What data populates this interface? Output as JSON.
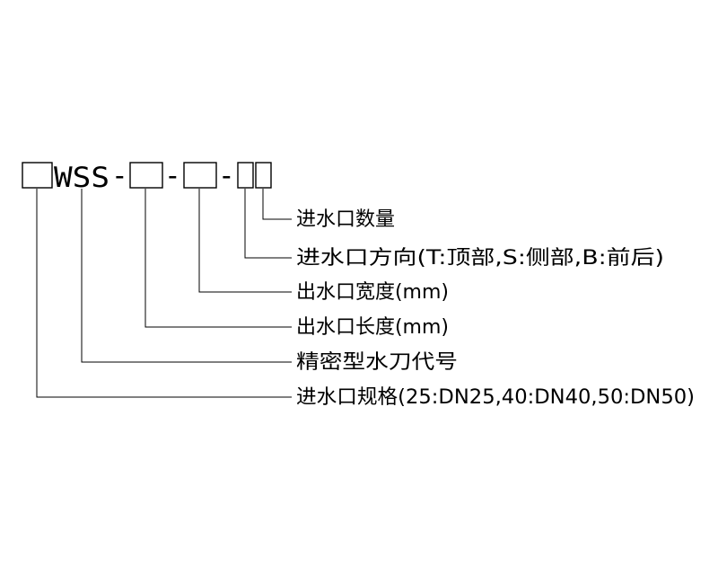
{
  "model_code": {
    "prefix": "WSS",
    "separator": "-"
  },
  "labels": [
    {
      "id": "inlet-quantity",
      "text": "进水口数量"
    },
    {
      "id": "inlet-direction",
      "text": "进水口方向(T:顶部,S:侧部,B:前后)"
    },
    {
      "id": "outlet-width",
      "text": "出水口宽度(mm)"
    },
    {
      "id": "outlet-length",
      "text": "出水口长度(mm)"
    },
    {
      "id": "model-code",
      "text": "精密型水刀代号"
    },
    {
      "id": "inlet-spec",
      "text": "进水口规格(25:DN25,40:DN40,50:DN50)"
    }
  ],
  "colors": {
    "line": "#000000",
    "background": "#ffffff"
  }
}
